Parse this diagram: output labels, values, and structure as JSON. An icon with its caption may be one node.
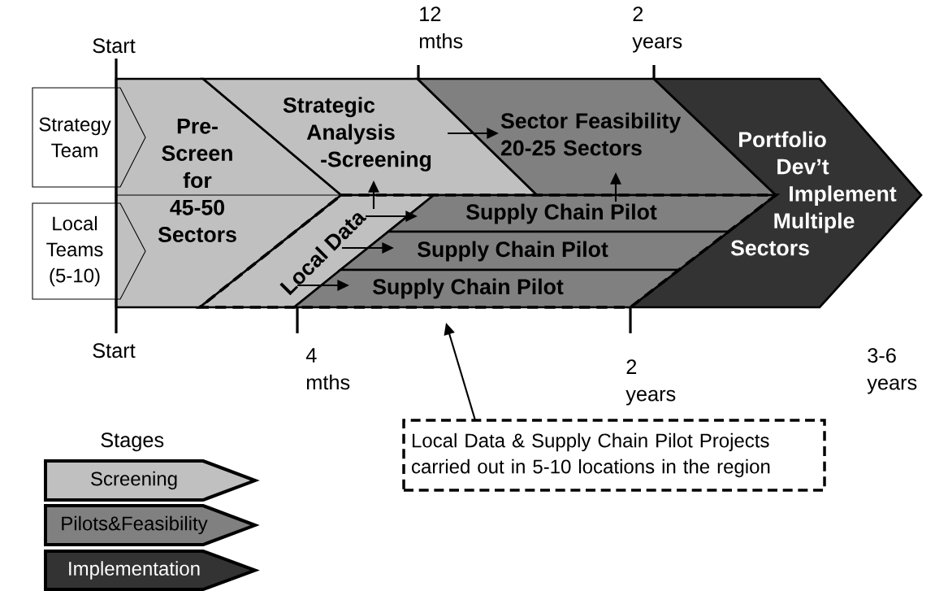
{
  "diagram": {
    "nodes": [
      {
        "text": [
          "Strategy Team"
        ]
      },
      {
        "text": [
          "Local Teams (5-10)"
        ]
      },
      {
        "text": [
          "Pre-Screen for 45-50 Sectors"
        ]
      },
      {
        "text": [
          "Strategic Analysis -Screening"
        ]
      },
      {
        "text": [
          "Sector Feasibility 20-25 Sectors"
        ]
      },
      {
        "text": [
          "Portfolio Dev’t Implement Multiple Sectors"
        ]
      },
      {
        "text": [
          "Local Data"
        ]
      },
      {
        "text": [
          "Supply Chain Pilot"
        ]
      },
      {
        "text": [
          "Supply Chain Pilot"
        ]
      },
      {
        "text": [
          "Supply Chain Pilot"
        ]
      },
      {
        "text": [
          "Local Data & Supply Chain Pilot Projects carried out in 5-10 locations in the region"
        ]
      }
    ],
    "edges": [
      {
        "from": 6,
        "to": 3,
        "arrow": "to"
      },
      {
        "from": 3,
        "to": 4,
        "arrow": "to"
      },
      {
        "from": 6,
        "to": 7,
        "arrow": "to"
      },
      {
        "from": 6,
        "to": 8,
        "arrow": "to"
      },
      {
        "from": 6,
        "to": 9,
        "arrow": "to"
      },
      {
        "from": 7,
        "to": 4,
        "arrow": "to"
      },
      {
        "from": 10,
        "to": null,
        "arrow": "to"
      }
    ],
    "labels": [
      "Start",
      "12 mths",
      "2 years",
      "Start",
      "4 mths",
      "2 years",
      "3-6 years",
      "Stages"
    ],
    "legend": [
      {
        "text": "Screening",
        "color": "#c0c0c0"
      },
      {
        "text": "Pilots&Feasibility",
        "color": "#808080"
      },
      {
        "text": "Implementation",
        "color": "#333333"
      }
    ]
  }
}
